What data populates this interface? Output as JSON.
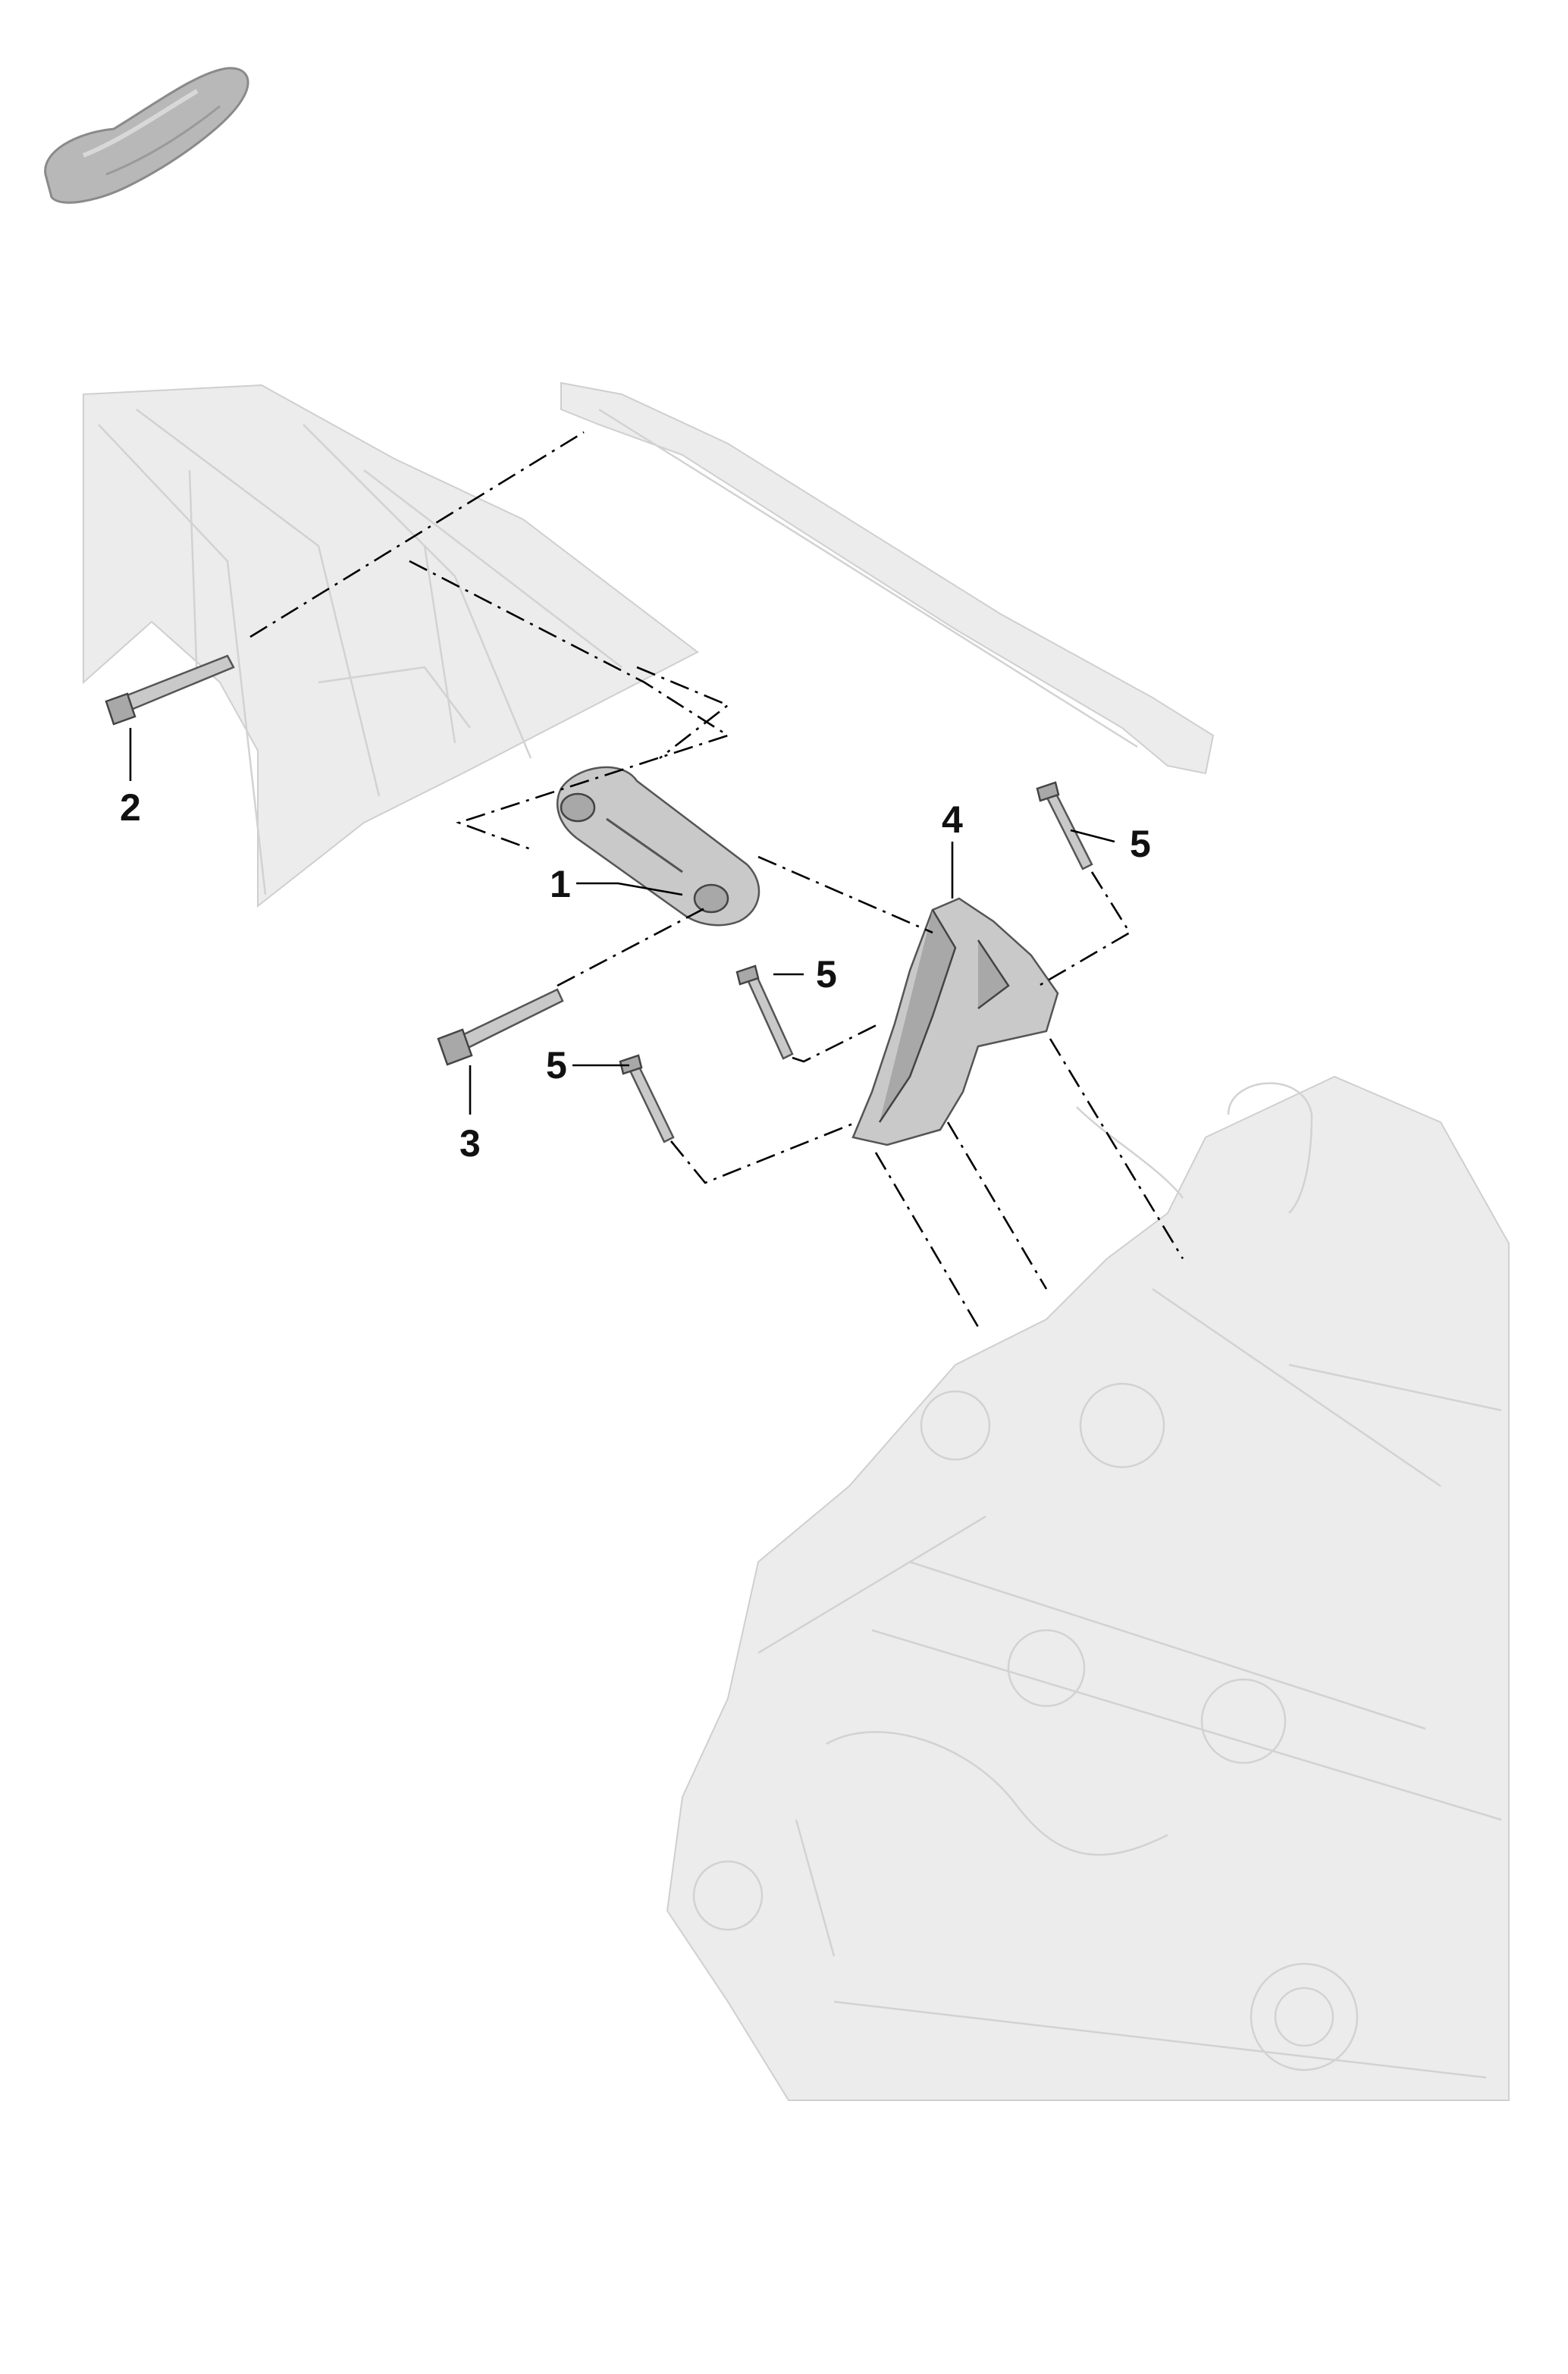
{
  "diagram": {
    "callouts": [
      {
        "id": "1",
        "label": "1"
      },
      {
        "id": "2",
        "label": "2"
      },
      {
        "id": "3",
        "label": "3"
      },
      {
        "id": "4",
        "label": "4"
      },
      {
        "id": "5a",
        "label": "5"
      },
      {
        "id": "5b",
        "label": "5"
      },
      {
        "id": "5c",
        "label": "5"
      }
    ]
  },
  "icons": {
    "vehicle": "vehicle-silhouette-icon"
  },
  "colors": {
    "part": "#c9c9c9",
    "ghost": "#ececec",
    "line": "#000000"
  }
}
